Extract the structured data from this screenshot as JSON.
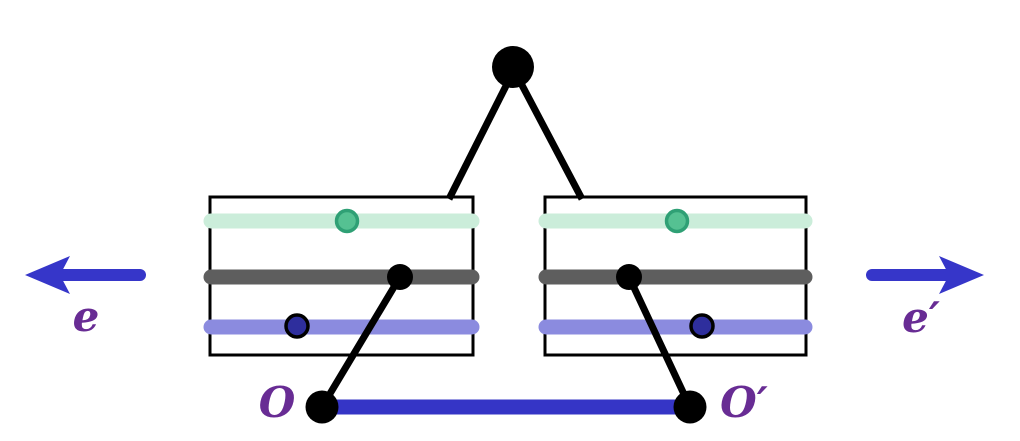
{
  "figure": {
    "labels": {
      "arrow_left": "e",
      "arrow_right": "e′",
      "origin_left": "O",
      "origin_right": "O′"
    },
    "colors": {
      "black": "#000000",
      "label_purple": "#682c94",
      "arrow_blue": "#3636c9",
      "base_segment_blue": "#3535c6",
      "worldline_mint": "#cbedda",
      "worldline_gray": "#5e5e5e",
      "worldline_lavender": "#8b8bdf",
      "event_green_fill": "#55c192",
      "event_green_stroke": "#2fa075",
      "event_blue_fill": "#2e2e9d"
    }
  }
}
